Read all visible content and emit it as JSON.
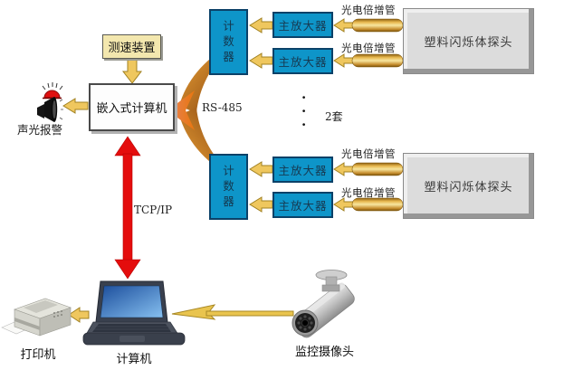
{
  "nodes": {
    "speed_device": "测速装置",
    "embedded_computer": "嵌入式计算机",
    "alarm_label": "声光报警",
    "counter": "计数器",
    "amplifier": "主放大器",
    "pmt": "光电倍增管",
    "probe": "塑料闪烁体探头",
    "computer": "计算机",
    "printer": "打印机",
    "camera": "监控摄像头"
  },
  "links": {
    "rs485": "RS-485",
    "tcpip": "TCP/IP",
    "sets": "2套",
    "ellipsis": "·\n·\n·"
  },
  "colors": {
    "box_blue": "#0E95C9",
    "box_blue_border": "#0B4168",
    "box_yellow": "#F3E7AE",
    "probe_gray": "#DCDCDC",
    "arrow_gold": "#EFC75E",
    "arrow_red": "#E40D0D",
    "swoosh_orange": "#E8901E",
    "swoosh_brown": "#7E3C0A"
  }
}
